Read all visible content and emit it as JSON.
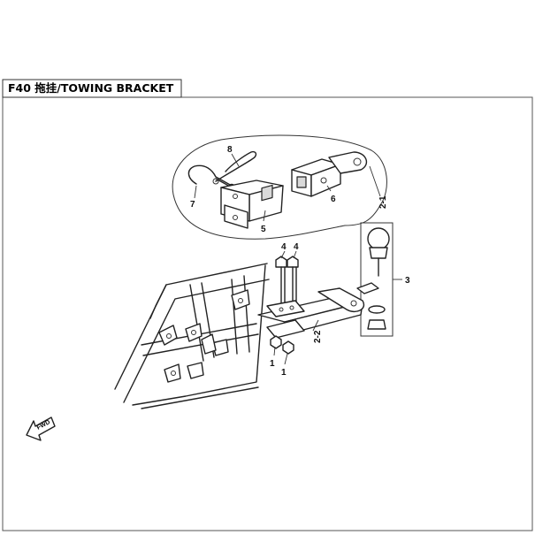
{
  "header": {
    "title": "F40 拖挂/TOWING BRACKET"
  },
  "callouts": {
    "c1a": "1",
    "c1b": "1",
    "c2_1": "2-1",
    "c2_2": "2-2",
    "c3": "3",
    "c4a": "4",
    "c4b": "4",
    "c5": "5",
    "c6": "6",
    "c7": "7",
    "c8": "8"
  },
  "direction": {
    "label": "FWD"
  }
}
